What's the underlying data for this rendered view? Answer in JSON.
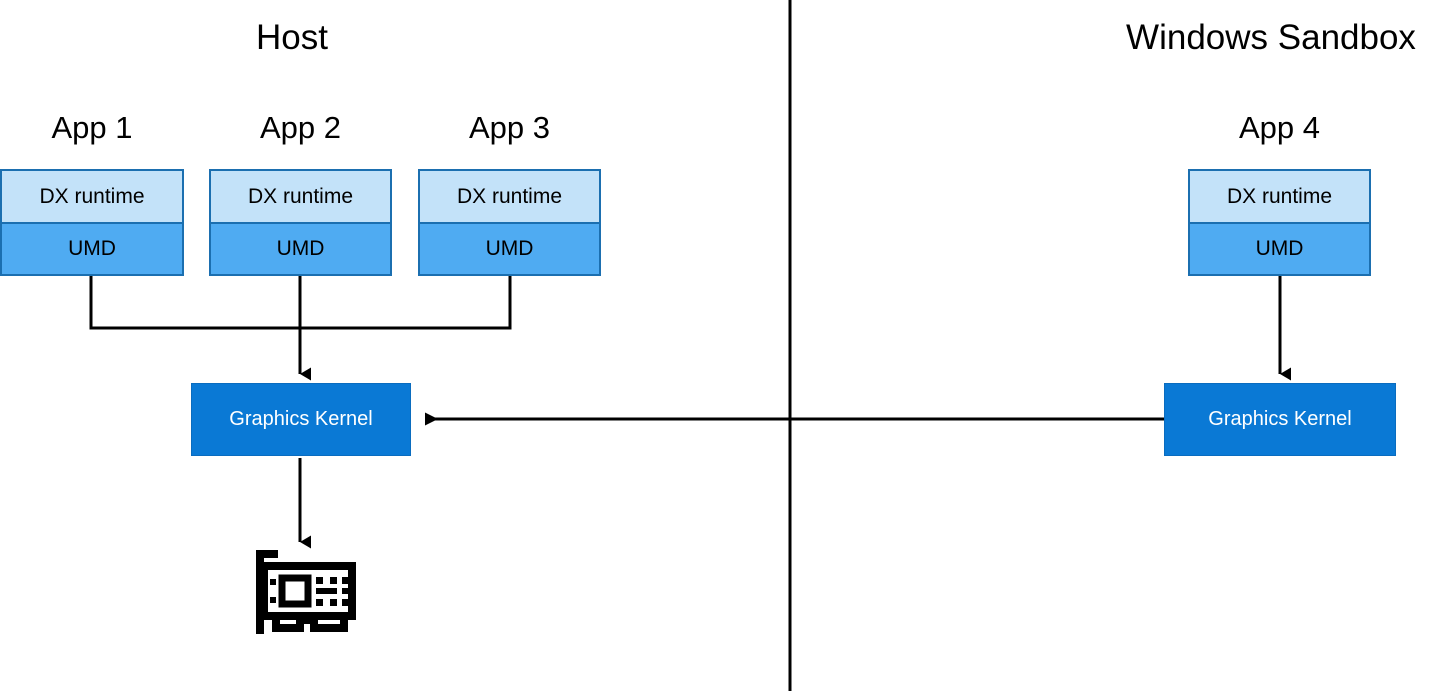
{
  "diagram": {
    "title_host": "Host",
    "title_sandbox": "Windows Sandbox",
    "colors": {
      "dx_runtime_fill": "#C3E2F9",
      "umd_fill": "#4FABF2",
      "stack_border": "#1B6FB0",
      "kernel_fill": "#0A79D5",
      "kernel_text": "#FFFFFF",
      "connector": "#000000",
      "divider": "#000000",
      "background": "#FFFFFF"
    },
    "zones": [
      {
        "name": "host",
        "label": "Host"
      },
      {
        "name": "windows-sandbox",
        "label": "Windows Sandbox"
      }
    ],
    "apps": [
      {
        "name": "app-1",
        "title": "App 1",
        "zone": "host",
        "dx_label": "DX runtime",
        "umd_label": "UMD"
      },
      {
        "name": "app-2",
        "title": "App 2",
        "zone": "host",
        "dx_label": "DX runtime",
        "umd_label": "UMD"
      },
      {
        "name": "app-3",
        "title": "App 3",
        "zone": "host",
        "dx_label": "DX runtime",
        "umd_label": "UMD"
      },
      {
        "name": "app-4",
        "title": "App 4",
        "zone": "windows-sandbox",
        "dx_label": "DX runtime",
        "umd_label": "UMD"
      }
    ],
    "kernels": [
      {
        "name": "host-graphics-kernel",
        "label": "Graphics Kernel",
        "zone": "host"
      },
      {
        "name": "sandbox-graphics-kernel",
        "label": "Graphics Kernel",
        "zone": "windows-sandbox"
      }
    ],
    "gpu": {
      "name": "gpu-card-icon",
      "label": "GPU"
    },
    "connections": [
      {
        "from": "app-1",
        "to": "host-graphics-kernel",
        "arrow": "down"
      },
      {
        "from": "app-2",
        "to": "host-graphics-kernel",
        "arrow": "down"
      },
      {
        "from": "app-3",
        "to": "host-graphics-kernel",
        "arrow": "down"
      },
      {
        "from": "app-4",
        "to": "sandbox-graphics-kernel",
        "arrow": "down"
      },
      {
        "from": "sandbox-graphics-kernel",
        "to": "host-graphics-kernel",
        "arrow": "left"
      },
      {
        "from": "host-graphics-kernel",
        "to": "gpu-card-icon",
        "arrow": "down"
      }
    ]
  }
}
